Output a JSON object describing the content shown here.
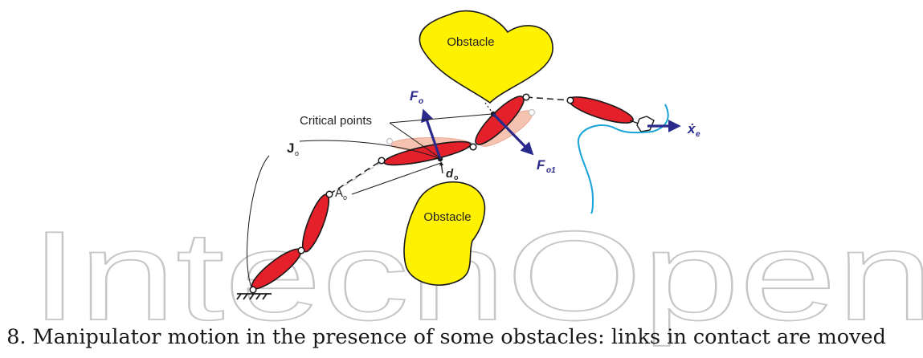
{
  "labels": {
    "obstacle_top": "Obstacle",
    "obstacle_bottom": "Obstacle",
    "critical_points": "Critical points",
    "jacobian": "J",
    "jacobian_sub": "o",
    "area": "A",
    "area_sub": "o",
    "distance": "d",
    "distance_sub": "o",
    "force_o": "F",
    "force_o_sub": "o",
    "force_o1": "F",
    "force_o1_sub": "o1",
    "velocity": "ẋ",
    "velocity_sub": "e"
  },
  "watermark": "IntechOpen",
  "caption": ". 8. Manipulator motion in the presence of some obstacles: links in contact are moved",
  "colors": {
    "link": "#e4202b",
    "link_ghost": "#f5c3b0",
    "obstacle": "#fff200",
    "force_arrow": "#2a2a8c",
    "trajectory": "#16a3d8",
    "watermark": "#c6c6c6"
  }
}
